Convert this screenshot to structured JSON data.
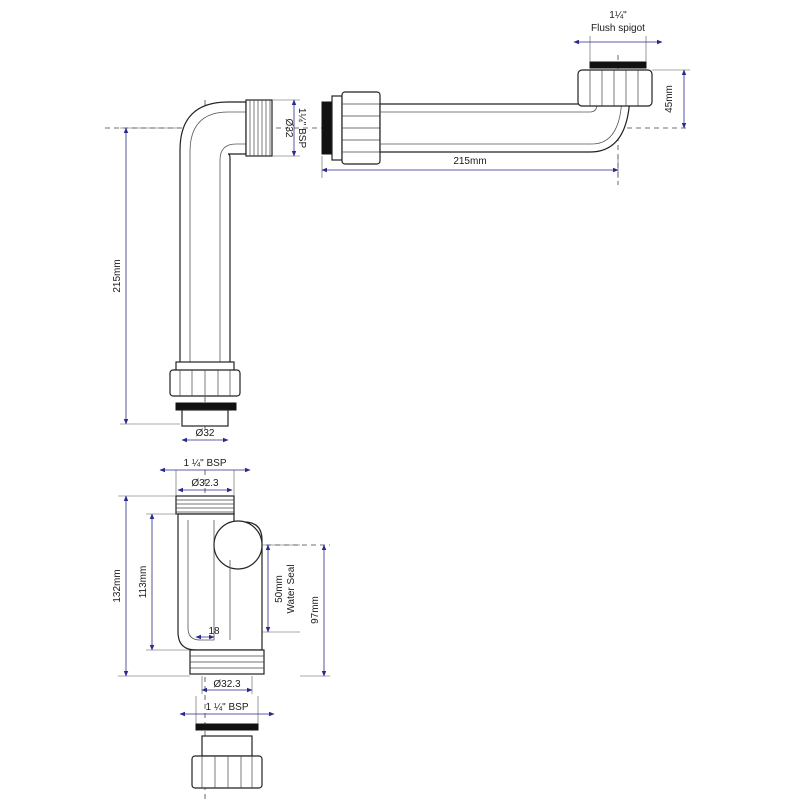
{
  "labels": {
    "flush_spigot_size": "1¼\"",
    "flush_spigot": "Flush spigot",
    "top_bsp": "1¼\" BSP",
    "top_dia": "Ø32",
    "dim_45": "45mm",
    "dim_215_horizontal": "215mm",
    "dim_215_vertical": "215mm",
    "dia_32_bottom": "Ø32",
    "trap_top_bsp": "1 ¼\" BSP",
    "trap_top_dia": "Ø32.3",
    "dim_132": "132mm",
    "dim_113": "113mm",
    "water_seal_mm": "50mm",
    "water_seal": "Water Seal",
    "dim_97": "97mm",
    "dim_18": "18",
    "trap_bottom_dia": "Ø32.3",
    "trap_bottom_bsp": "1 ¼\" BSP"
  }
}
